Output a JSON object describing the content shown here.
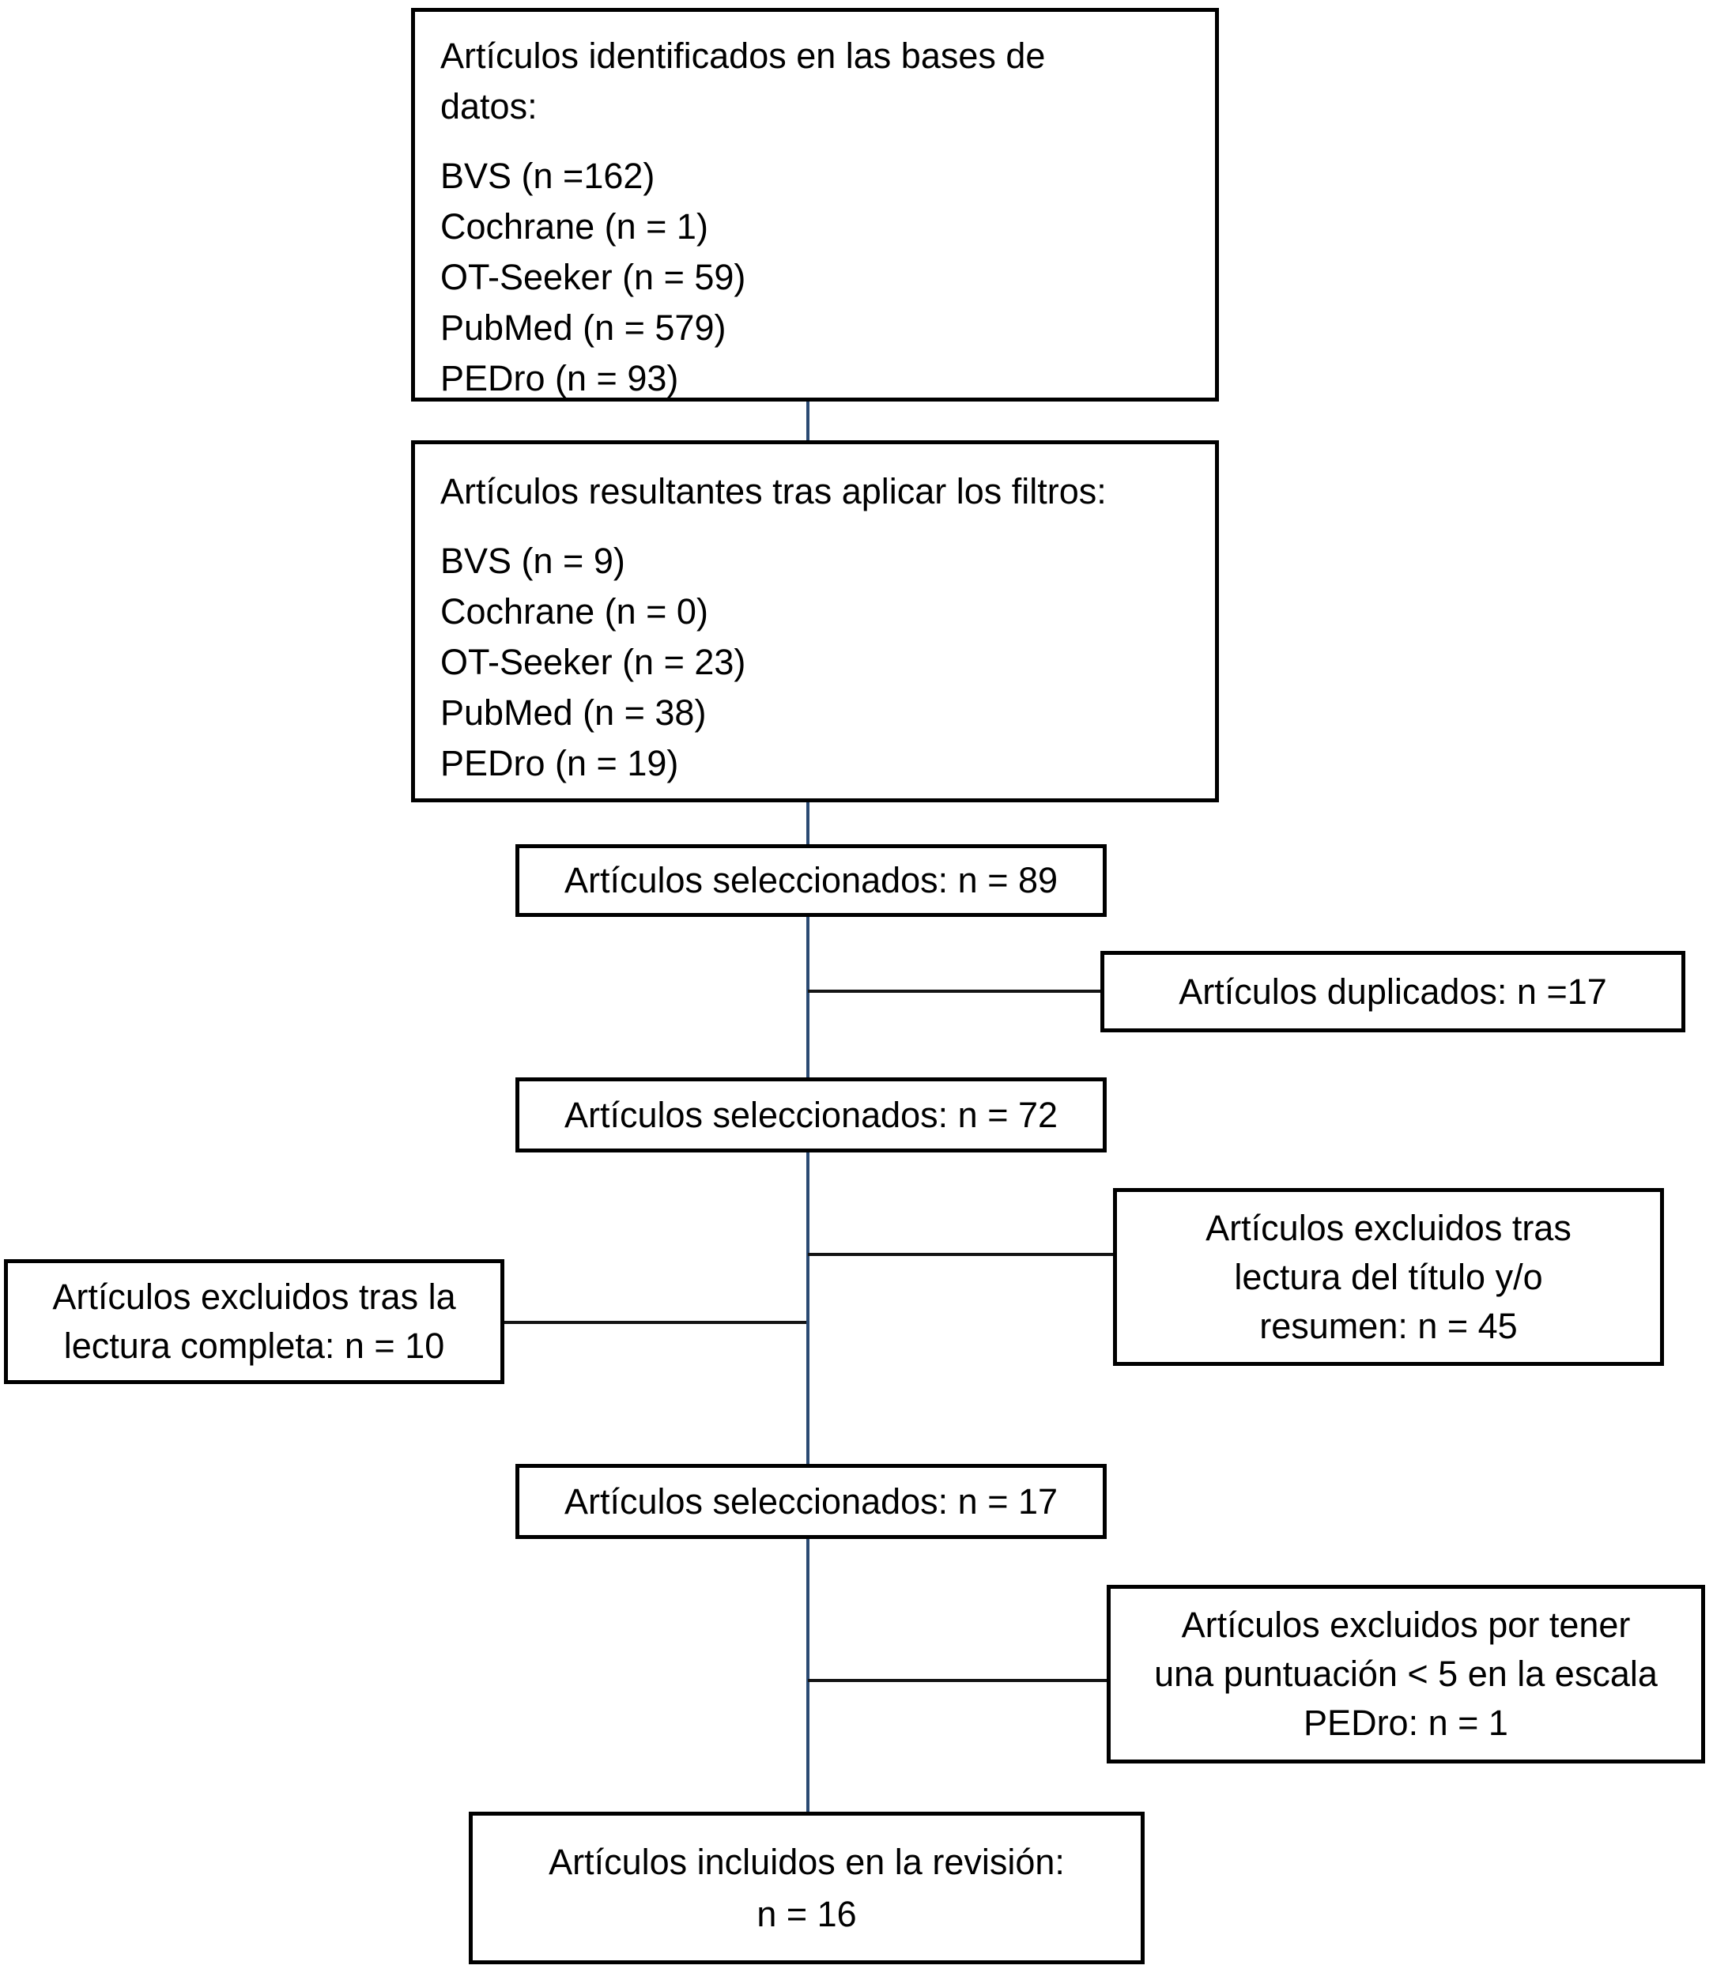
{
  "colors": {
    "background": "#ffffff",
    "box_border": "#000000",
    "text": "#000000",
    "connector_vertical": "#2b4a73",
    "connector_horizontal": "#141414"
  },
  "flowchart": {
    "identified": {
      "title": "Artículos identificados en las bases de datos:",
      "items": [
        "BVS (n =162)",
        "Cochrane (n = 1)",
        "OT-Seeker (n = 59)",
        "PubMed (n = 579)",
        "PEDro (n = 93)"
      ]
    },
    "filtered": {
      "title": "Artículos resultantes tras aplicar los filtros:",
      "items": [
        "BVS (n = 9)",
        "Cochrane (n = 0)",
        "OT-Seeker (n = 23)",
        "PubMed (n = 38)",
        "PEDro (n = 19)"
      ]
    },
    "selected_89": {
      "text": "Artículos seleccionados: n = 89"
    },
    "duplicates": {
      "text": "Artículos duplicados: n =17"
    },
    "selected_72": {
      "text": "Artículos seleccionados: n = 72"
    },
    "excluded_title_abstract": {
      "lines": [
        "Artículos excluidos tras",
        "lectura del título y/o",
        "resumen: n = 45"
      ]
    },
    "excluded_full_text": {
      "lines": [
        "Artículos excluidos tras la",
        "lectura completa: n = 10"
      ]
    },
    "selected_17": {
      "text": "Artículos seleccionados: n = 17"
    },
    "excluded_pedro": {
      "lines": [
        "Artículos excluidos por tener",
        "una puntuación < 5 en la escala",
        "PEDro: n = 1"
      ]
    },
    "included": {
      "lines": [
        "Artículos incluidos en la revisión:",
        "n = 16"
      ]
    }
  }
}
